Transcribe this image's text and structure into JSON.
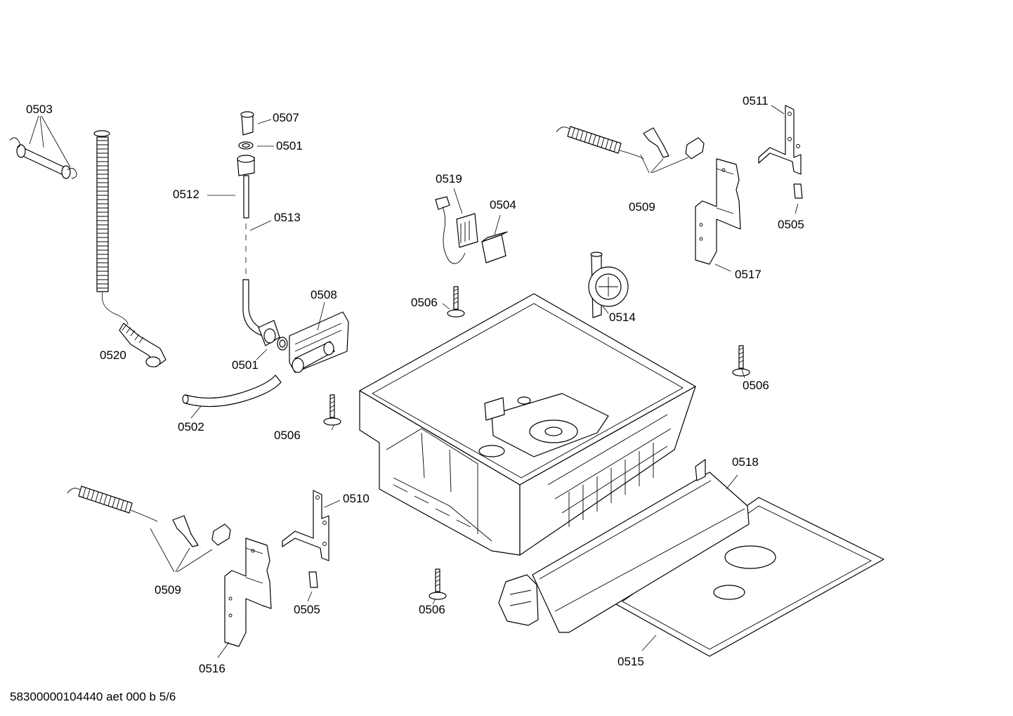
{
  "labels": {
    "p0503": "0503",
    "p0507": "0507",
    "p0501a": "0501",
    "p0512": "0512",
    "p0513": "0513",
    "p0519": "0519",
    "p0504": "0504",
    "p0511": "0511",
    "p0509a": "0509",
    "p0505a": "0505",
    "p0517": "0517",
    "p0508": "0508",
    "p0506a": "0506",
    "p0514": "0514",
    "p0520": "0520",
    "p0501b": "0501",
    "p0506b": "0506",
    "p0502": "0502",
    "p0506c": "0506",
    "p0518": "0518",
    "p0510": "0510",
    "p0509b": "0509",
    "p0505b": "0505",
    "p0506d": "0506",
    "p0516": "0516",
    "p0515": "0515"
  },
  "footer": "58300000104440 aet 000 b 5/6"
}
